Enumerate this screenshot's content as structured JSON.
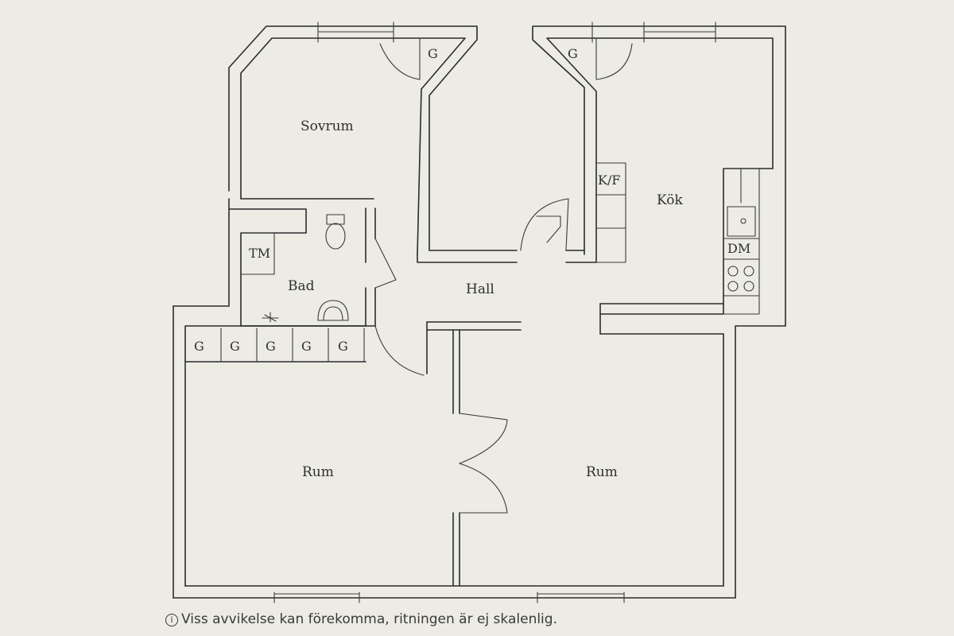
{
  "rooms": {
    "sovrum": "Sovrum",
    "kok": "Kök",
    "hall": "Hall",
    "bad": "Bad",
    "rum_left": "Rum",
    "rum_right": "Rum"
  },
  "fixtures": {
    "wardrobe": "G",
    "washing_machine": "TM",
    "fridge_freezer": "K/F",
    "dishwasher": "DM"
  },
  "footer": {
    "info_icon": "i",
    "disclaimer": "Viss avvikelse kan förekomma, ritningen är ej skalenlig."
  }
}
